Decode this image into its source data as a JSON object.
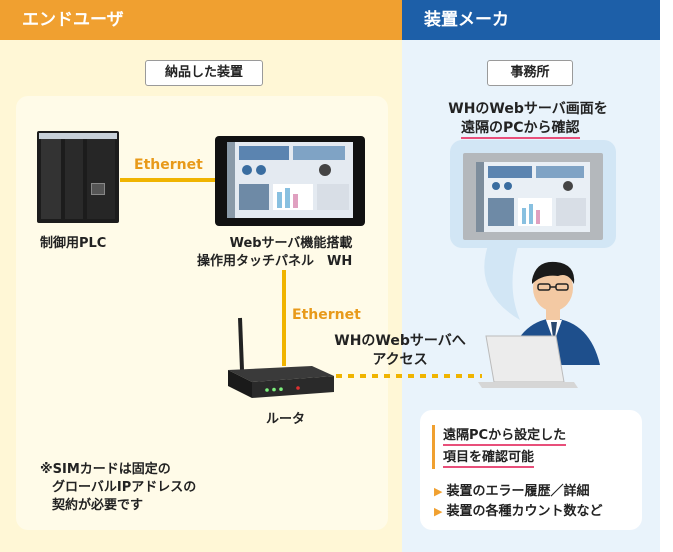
{
  "headers": {
    "left": "エンドユーザ",
    "right": "装置メーカ"
  },
  "left_tag": "納品した装置",
  "right_tag": "事務所",
  "plc_label": "制御用PLC",
  "ethernet_top": "Ethernet",
  "hmi_label_line1": "Webサーバ機能搭載",
  "hmi_label_line2": "操作用タッチパネル　WH",
  "ethernet_vertical": "Ethernet",
  "access_line1": "WHのWebサーバへ",
  "access_line2": "アクセス",
  "router_label": "ルータ",
  "sim_note_line1": "※SIMカードは固定の",
  "sim_note_line2": "グローバルIPアドレスの",
  "sim_note_line3": "契約が必要です",
  "remote_title_line1": "WHのWebサーバ画面を",
  "remote_title_line2": "遠隔のPCから確認",
  "info_title_line1": "遠隔PCから設定した",
  "info_title_line2": "項目を確認可能",
  "bullets": [
    "装置のエラー履歴／詳細",
    "装置の各種カウント数など"
  ],
  "colors": {
    "orange_header": "#f0a030",
    "blue_header": "#1d5fa8",
    "ethernet_line": "#f0b400",
    "accent_underline": "#e84f7a"
  }
}
